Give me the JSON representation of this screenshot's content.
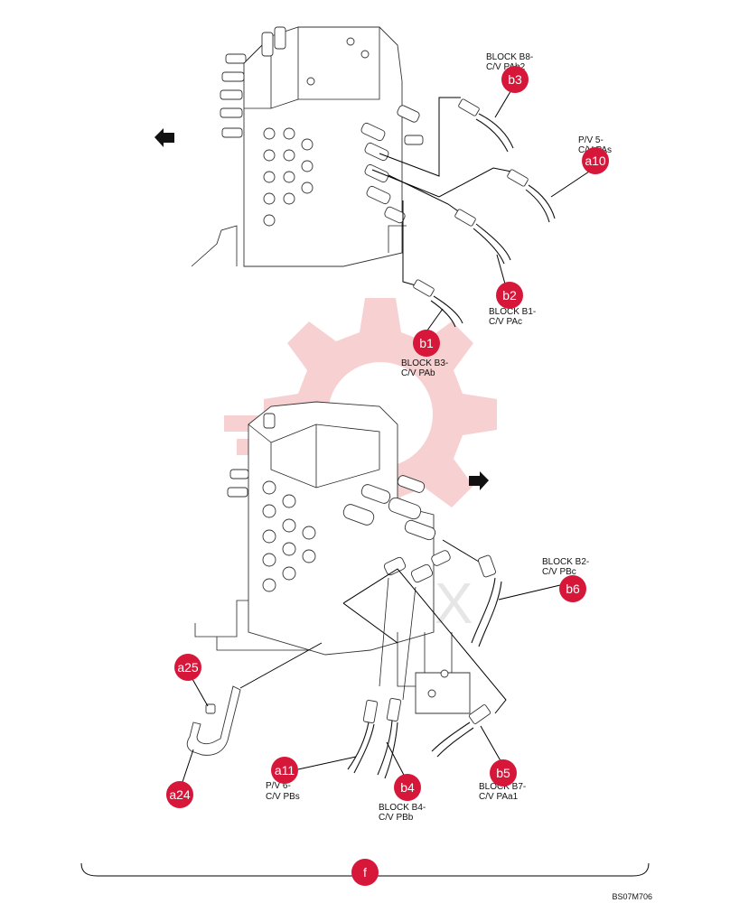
{
  "colors": {
    "badge": "#d6173a",
    "watermark": "#f6c9c9",
    "line": "#111111"
  },
  "badges": [
    {
      "id": "b3",
      "text": "b3"
    },
    {
      "id": "a10",
      "text": "a10"
    },
    {
      "id": "b2",
      "text": "b2"
    },
    {
      "id": "b1",
      "text": "b1"
    },
    {
      "id": "b6",
      "text": "b6"
    },
    {
      "id": "a25",
      "text": "a25"
    },
    {
      "id": "a24",
      "text": "a24"
    },
    {
      "id": "a11",
      "text": "a11"
    },
    {
      "id": "b4",
      "text": "b4"
    },
    {
      "id": "b5",
      "text": "b5"
    },
    {
      "id": "f",
      "text": "f"
    }
  ],
  "labels": {
    "b3_line1": "BLOCK B8-",
    "b3_line2": "C/V PAb2",
    "a10_line1": "P/V 5-",
    "a10_line2": "C/V PAs",
    "b2_line1": "BLOCK B1-",
    "b2_line2": "C/V PAc",
    "b1_line1": "BLOCK B3-",
    "b1_line2": "C/V PAb",
    "b6_line1": "BLOCK B2-",
    "b6_line2": "C/V PBc",
    "a11_line1": "P/V 6-",
    "a11_line2": "C/V PBs",
    "b4_line1": "BLOCK B4-",
    "b4_line2": "C/V PBb",
    "b5_line1": "BLOCK B7-",
    "b5_line2": "C/V PAa1"
  },
  "watermark_text": "VIHTEX",
  "figure_code": "BS07M706",
  "direction_arrows": [
    {
      "id": "upper",
      "icon": "arrow-left-icon"
    },
    {
      "id": "lower",
      "icon": "arrow-right-icon"
    }
  ]
}
